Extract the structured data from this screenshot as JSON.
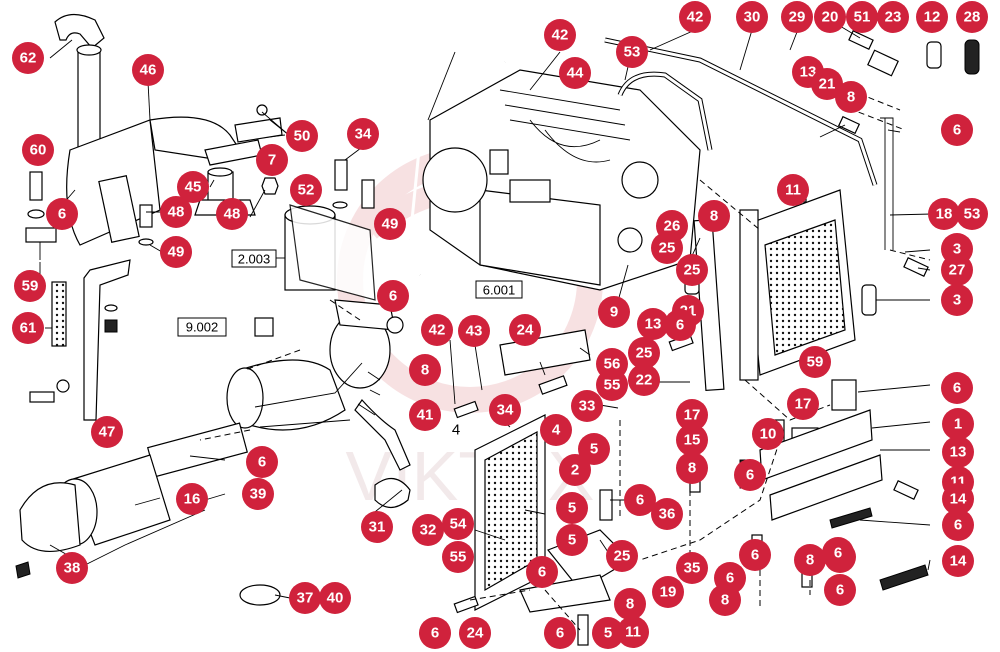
{
  "watermark": "VIKTEX",
  "plain_label": "4",
  "colors": {
    "callout": "#d0223c",
    "ink": "#000000",
    "watermark": "#f1c9cc"
  },
  "refs": [
    "2.003",
    "6.001",
    "9.002"
  ],
  "callouts": [
    "62",
    "46",
    "60",
    "6",
    "59",
    "61",
    "48",
    "49",
    "47",
    "50",
    "34",
    "7",
    "45",
    "48",
    "52",
    "49",
    "6",
    "6",
    "2.003",
    "42",
    "44",
    "42",
    "53",
    "30",
    "29",
    "20",
    "51",
    "23",
    "12",
    "28",
    "13",
    "21",
    "8",
    "6",
    "11",
    "8",
    "18",
    "53",
    "26",
    "27",
    "3",
    "25",
    "25",
    "3",
    "13",
    "21",
    "6",
    "8",
    "9.002",
    "41",
    "42",
    "43",
    "24",
    "25",
    "22",
    "34",
    "33",
    "55",
    "56",
    "9",
    "6",
    "59",
    "6",
    "1",
    "17",
    "10",
    "13",
    "17",
    "15",
    "8",
    "6",
    "11",
    "14",
    "6",
    "11",
    "14",
    "6",
    "16",
    "39",
    "38",
    "37",
    "40",
    "31",
    "32",
    "54",
    "55",
    "4",
    "2",
    "5",
    "5",
    "5",
    "6",
    "25",
    "36",
    "6",
    "35",
    "19",
    "6",
    "8",
    "6",
    "8",
    "6",
    "11",
    "8",
    "6",
    "24",
    "25",
    "6",
    "6.001",
    "5",
    "6",
    "8",
    "11"
  ]
}
